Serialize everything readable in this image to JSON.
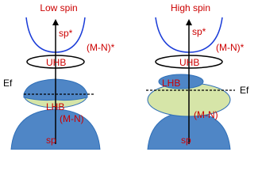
{
  "panels": {
    "low_spin": {
      "title": "Low spin",
      "label_sp_star": "sp*",
      "label_mn_star": "(M-N)*",
      "label_uhb": "UHB",
      "label_lhb": "LHB",
      "label_mn": "(M-N)",
      "label_sp": "sp",
      "label_ef": "Ef"
    },
    "high_spin": {
      "title": "High spin",
      "label_sp_star": "sp*",
      "label_mn_star": "(M-N)*",
      "label_uhb": "UHB",
      "label_lhb": "LHB",
      "label_mn": "(M-N)",
      "label_sp": "sp",
      "label_ef": "Ef"
    }
  },
  "colors": {
    "title_red": "#cc0000",
    "label_red": "#cc0000",
    "band_blue": "#4f86c6",
    "band_blue_dark": "#2f6fb8",
    "band_green": "#d6e5a8",
    "parabola_blue": "#1a3cd8",
    "line_black": "#000000"
  }
}
